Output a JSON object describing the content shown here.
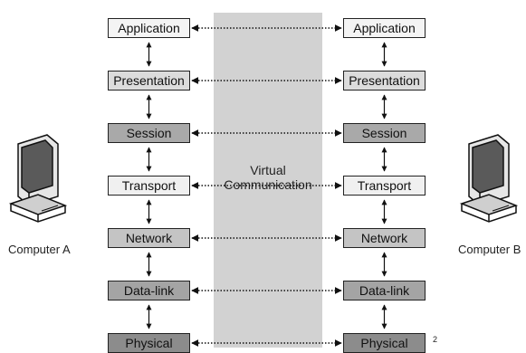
{
  "diagram": {
    "layers": [
      {
        "label": "Application",
        "shade": "#f4f4f4"
      },
      {
        "label": "Presentation",
        "shade": "#dcdcdc"
      },
      {
        "label": "Session",
        "shade": "#a9a9a9"
      },
      {
        "label": "Transport",
        "shade": "#f0f0f0"
      },
      {
        "label": "Network",
        "shade": "#c4c4c4"
      },
      {
        "label": "Data-link",
        "shade": "#a4a4a4"
      },
      {
        "label": "Physical",
        "shade": "#8c8c8c"
      }
    ],
    "channel_label_line1": "Virtual",
    "channel_label_line2": "Communication",
    "computer_a_label": "Computer A",
    "computer_b_label": "Computer B",
    "corner_mark": "2"
  }
}
